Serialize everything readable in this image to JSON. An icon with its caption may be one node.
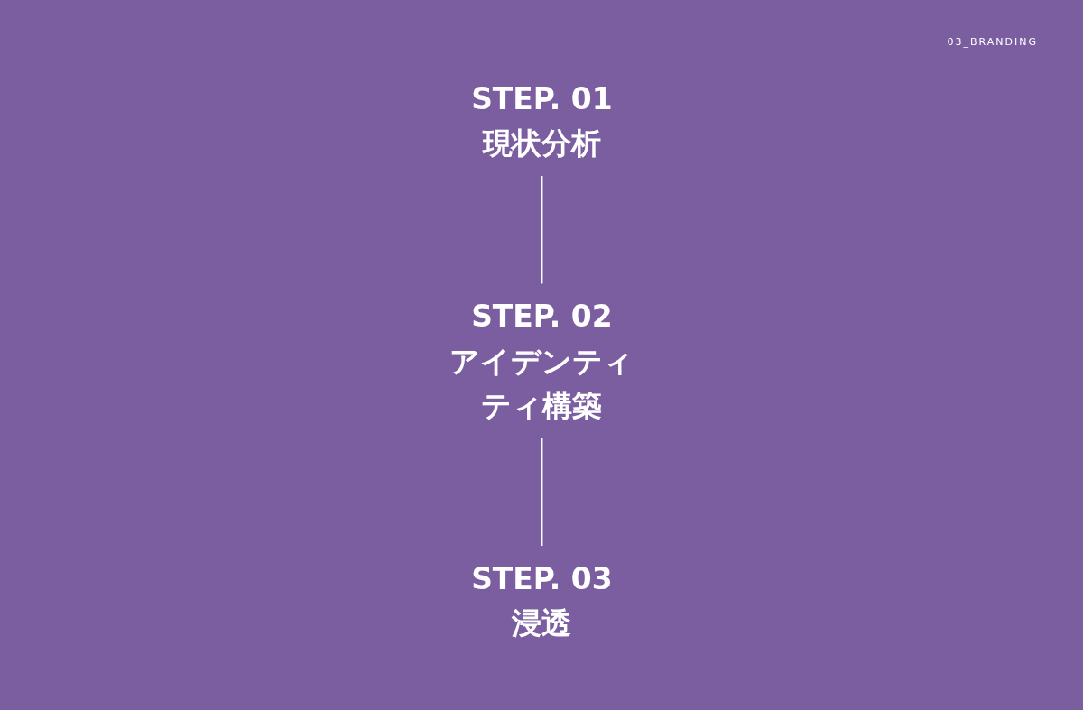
{
  "diagram": {
    "nodes": [
      {
        "text": [
          "STEP. 01",
          "現状分析"
        ]
      },
      {
        "text": [
          "STEP. 02",
          "アイデンティティ構築"
        ]
      },
      {
        "text": [
          "STEP. 03",
          "浸透"
        ]
      }
    ],
    "edges": [
      {
        "from": 0,
        "to": 1,
        "arrow": "none"
      },
      {
        "from": 1,
        "to": 2,
        "arrow": "none"
      }
    ],
    "labels": [
      "03_BRANDING"
    ]
  }
}
